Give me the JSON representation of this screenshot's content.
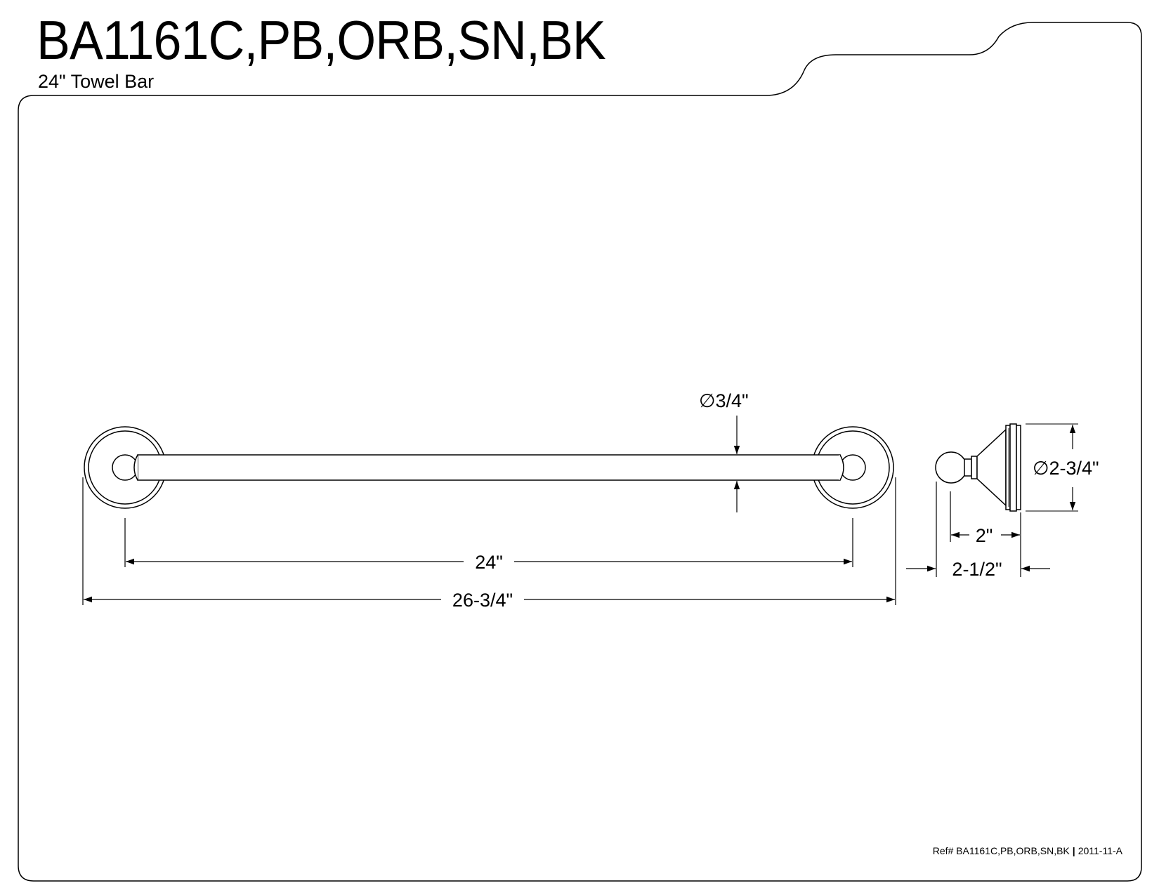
{
  "header": {
    "model": "BA1161C,PB,ORB,SN,BK",
    "product": "24\" Towel Bar"
  },
  "dimensions": {
    "bar_diameter": "∅3/4\"",
    "flange_diameter": "∅2-3/4\"",
    "center_to_center": "24\"",
    "overall_length": "26-3/4\"",
    "projection_inner": "2\"",
    "projection_total": "2-1/2\""
  },
  "footer": {
    "ref_label": "Ref#",
    "ref_model": "BA1161C,PB,ORB,SN,BK",
    "separator": "|",
    "revision": "2011-11-A"
  }
}
